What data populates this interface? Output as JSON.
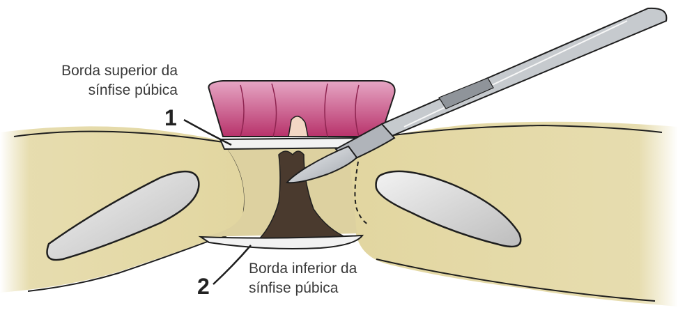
{
  "labels": {
    "superior_line1": "Borda superior da",
    "superior_line2": "sínfise púbica",
    "inferior_line1": "Borda inferior da",
    "inferior_line2": "sínfise púbica",
    "marker_1": "1",
    "marker_2": "2"
  },
  "colors": {
    "bone": "#e4d9a6",
    "bone_shadow": "#c9bb83",
    "foramen": "#d6d6d6",
    "cartilage": "#4a3a2e",
    "bladder": "#c9457a",
    "scalpel": "#b8bcc2",
    "outline": "#1e1e1e"
  }
}
